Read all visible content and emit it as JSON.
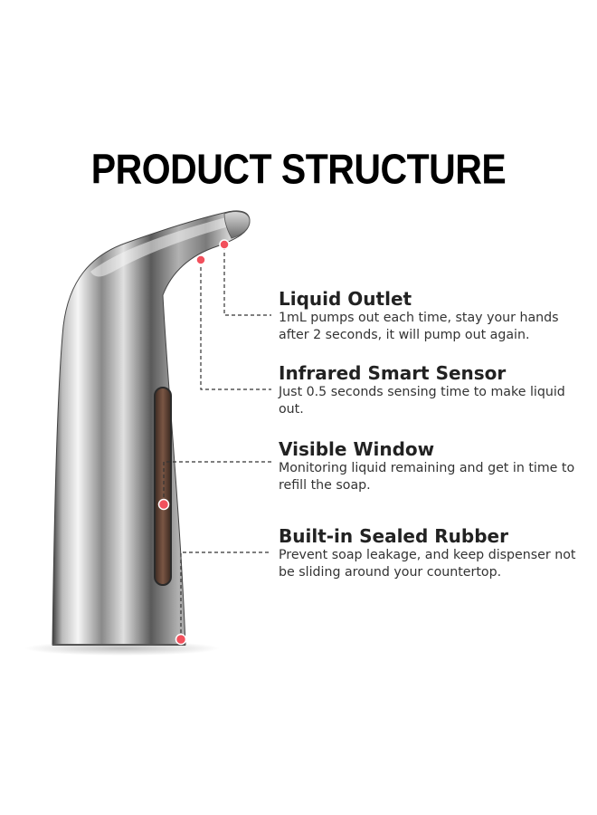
{
  "title": "PRODUCT STRUCTURE",
  "features": [
    {
      "name": "Liquid Outlet",
      "desc": "1mL pumps out each time, stay your hands after 2 seconds, it will pump out again."
    },
    {
      "name": "Infrared Smart Sensor",
      "desc": "Just 0.5 seconds sensing time to make liquid out."
    },
    {
      "name": "Visible Window",
      "desc": "Monitoring liquid remaining and get in time to refill the soap."
    },
    {
      "name": "Built-in Sealed Rubber",
      "desc": "Prevent soap leakage, and keep dispenser not be sliding around your countertop."
    }
  ],
  "colors": {
    "marker": "#f2505c",
    "window": "#6b4a3a",
    "leader": "#333333"
  }
}
